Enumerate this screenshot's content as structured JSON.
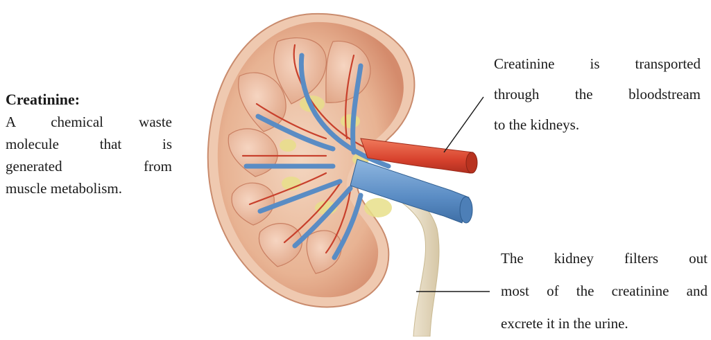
{
  "definition": {
    "term": "Creatinine:",
    "lines": [
      "A chemical waste",
      "molecule that is",
      "generated from",
      "muscle metabolism."
    ]
  },
  "annotation_top": {
    "lines": [
      "Creatinine is transported",
      "through the bloodstream",
      "to the kidneys."
    ]
  },
  "annotation_bottom": {
    "lines": [
      "The kidney filters out",
      "most of the creatinine and",
      "excrete it in the urine."
    ]
  },
  "colors": {
    "artery": "#d8432e",
    "vein": "#5a8cc4",
    "cortex": "#e9b79b",
    "capsule": "#efc9b0",
    "ureter": "#efe6d2",
    "fat": "#e8df8a"
  }
}
